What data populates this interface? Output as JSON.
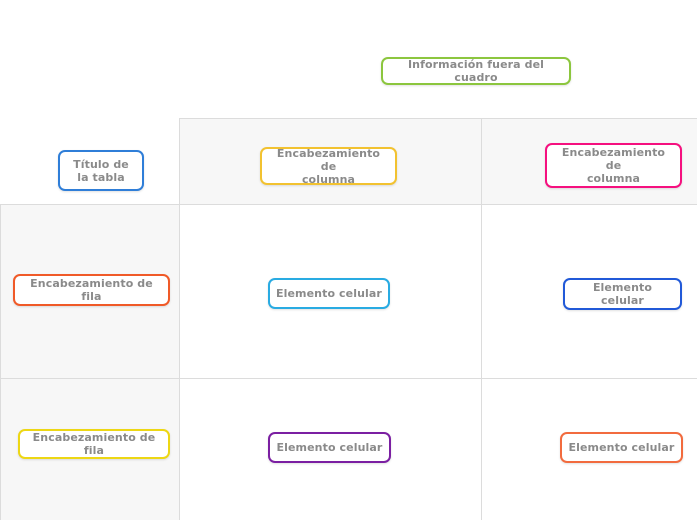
{
  "outside": {
    "note_label": "Información fuera del cuadro",
    "border_color": "#8CC63E"
  },
  "table": {
    "title_label": "Título de\nla tabla",
    "title_border_color": "#2F7ED8",
    "column_headers": [
      {
        "label": "Encabezamiento de\ncolumna",
        "border_color": "#F2C230"
      },
      {
        "label": "Encabezamiento de\ncolumna",
        "border_color": "#F5107F"
      }
    ],
    "row_headers": [
      {
        "label": "Encabezamiento de fila",
        "border_color": "#F05A28"
      },
      {
        "label": "Encabezamiento de fila",
        "border_color": "#EDD714"
      }
    ],
    "cells": [
      [
        {
          "label": "Elemento celular",
          "border_color": "#29ABE2"
        },
        {
          "label": "Elemento celular",
          "border_color": "#2159D8"
        }
      ],
      [
        {
          "label": "Elemento celular",
          "border_color": "#7B1FA2"
        },
        {
          "label": "Elemento celular",
          "border_color": "#F26B3E"
        }
      ]
    ],
    "grid": {
      "header_band_color": "#f7f7f7",
      "row_header_band_color": "#f7f7f7",
      "body_cell_color": "#ffffff",
      "line_color": "#dcdcdc"
    }
  },
  "theme": {
    "text_color": "#8a8a8a",
    "page_background": "#ffffff"
  }
}
